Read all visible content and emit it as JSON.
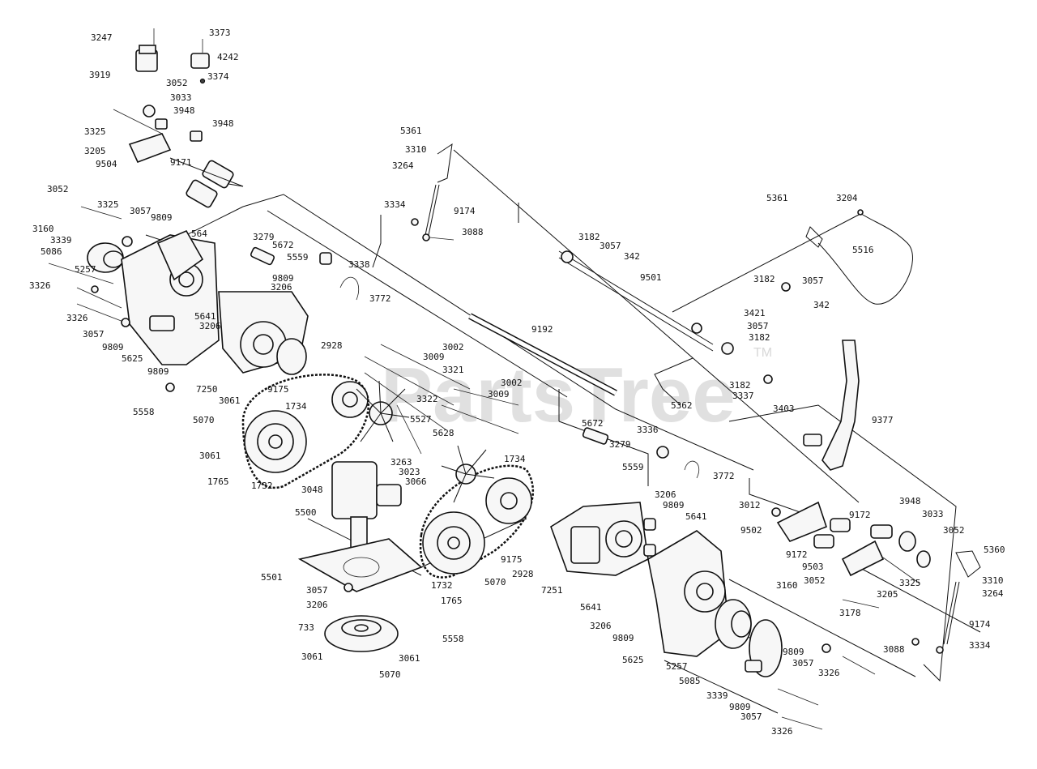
{
  "watermark": {
    "text": "PartsTree",
    "mark": "TM"
  },
  "part_labels": [
    "3247",
    "3919",
    "3373",
    "4242",
    "3374",
    "3052",
    "3033",
    "3948",
    "3325",
    "3205",
    "9504",
    "3948",
    "9171",
    "3052",
    "3325",
    "3057",
    "3160",
    "9809",
    "3339",
    "564",
    "5086",
    "5257",
    "3326",
    "3326",
    "3057",
    "9809",
    "5625",
    "9809",
    "5558",
    "3279",
    "5672",
    "3206",
    "9809",
    "5641",
    "3206",
    "5559",
    "3338",
    "3772",
    "2928",
    "7250",
    "9175",
    "3061",
    "5070",
    "3061",
    "1765",
    "1732",
    "1734",
    "5527",
    "3002",
    "3009",
    "3321",
    "3322",
    "3002",
    "3009",
    "5628",
    "3263",
    "3023",
    "3066",
    "1734",
    "5672",
    "3279",
    "5559",
    "3336",
    "3772",
    "3048",
    "5500",
    "5501",
    "3057",
    "3206",
    "733",
    "3061",
    "3061",
    "5070",
    "1732",
    "1765",
    "5070",
    "2928",
    "9175",
    "7251",
    "5558",
    "3206",
    "9809",
    "5641",
    "5641",
    "3206",
    "9809",
    "5625",
    "5257",
    "5085",
    "3339",
    "9809",
    "3057",
    "3326",
    "3160",
    "3052",
    "9809",
    "3057",
    "3326",
    "5361",
    "3310",
    "3264",
    "3334",
    "9174",
    "3088",
    "3182",
    "3057",
    "342",
    "9501",
    "9192",
    "5362",
    "5361",
    "3204",
    "5516",
    "3182",
    "3057",
    "342",
    "3421",
    "3057",
    "3182",
    "3182",
    "3337",
    "3403",
    "9377",
    "3012",
    "9502",
    "9172",
    "9172",
    "9503",
    "3948",
    "3033",
    "3052",
    "5360",
    "3310",
    "3264",
    "3325",
    "3205",
    "3178",
    "9174",
    "3088",
    "3334"
  ]
}
